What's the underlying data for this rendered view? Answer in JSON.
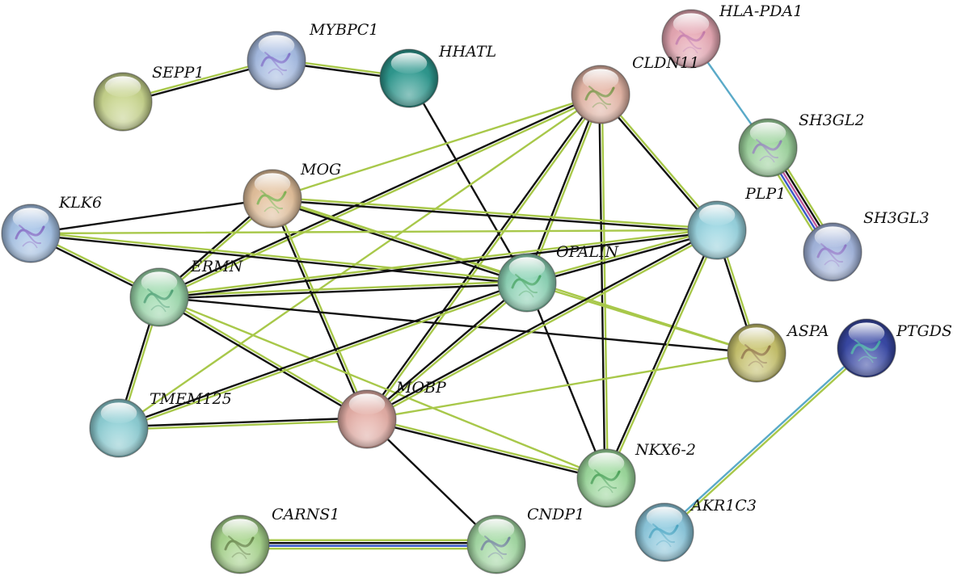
{
  "network": {
    "nodes": [
      {
        "id": "SEPP1",
        "label": "SEPP1",
        "color": "#c9d68e",
        "structure": false
      },
      {
        "id": "MYBPC1",
        "label": "MYBPC1",
        "color": "#a9bfe6",
        "structure": true,
        "glyph": "#7a68c8"
      },
      {
        "id": "HHATL",
        "label": "HHATL",
        "color": "#2f9a90",
        "structure": false
      },
      {
        "id": "HLA-PDA1",
        "label": "HLA-PDA1",
        "color": "#e8a9b5",
        "structure": true,
        "glyph": "#c070a8"
      },
      {
        "id": "CLDN11",
        "label": "CLDN11",
        "color": "#e7b8a8",
        "structure": true,
        "glyph": "#6f8f3a"
      },
      {
        "id": "SH3GL2",
        "label": "SH3GL2",
        "color": "#9fd69f",
        "structure": true,
        "glyph": "#8c7ab8"
      },
      {
        "id": "PLP1",
        "label": "PLP1",
        "color": "#9ad6e2",
        "structure": false
      },
      {
        "id": "SH3GL3",
        "label": "SH3GL3",
        "color": "#a6b8e0",
        "structure": true,
        "glyph": "#8a6fc4"
      },
      {
        "id": "MOG",
        "label": "MOG",
        "color": "#e6c39e",
        "structure": true,
        "glyph": "#6fae42"
      },
      {
        "id": "KLK6",
        "label": "KLK6",
        "color": "#a7c4e8",
        "structure": true,
        "glyph": "#7a5cc0"
      },
      {
        "id": "ERMN",
        "label": "ERMN",
        "color": "#9fdcaf",
        "structure": true,
        "glyph": "#3f9a6a"
      },
      {
        "id": "OPALIN",
        "label": "OPALIN",
        "color": "#8fd6b8",
        "structure": true,
        "glyph": "#3aa05a"
      },
      {
        "id": "ASPA",
        "label": "ASPA",
        "color": "#c9c46e",
        "structure": true,
        "glyph": "#8a6a3a"
      },
      {
        "id": "PTGDS",
        "label": "PTGDS",
        "color": "#3a4aa8",
        "structure": true,
        "glyph": "#3fb0a0"
      },
      {
        "id": "TMEM125",
        "label": "TMEM125",
        "color": "#8fd0d6",
        "structure": false
      },
      {
        "id": "MOBP",
        "label": "MOBP",
        "color": "#e6b0a8",
        "structure": false
      },
      {
        "id": "NKX6-2",
        "label": "NKX6-2",
        "color": "#9fdc9f",
        "structure": true,
        "glyph": "#3a9a4a"
      },
      {
        "id": "CARNS1",
        "label": "CARNS1",
        "color": "#a9d68e",
        "structure": true,
        "glyph": "#5a7a3a"
      },
      {
        "id": "CNDP1",
        "label": "CNDP1",
        "color": "#a6dca6",
        "structure": true,
        "glyph": "#6a7a9a"
      },
      {
        "id": "AKR1C3",
        "label": "AKR1C3",
        "color": "#8fcbe0",
        "structure": true,
        "glyph": "#3fa0c0"
      }
    ],
    "edges": [
      {
        "source": "SEPP1",
        "target": "MYBPC1",
        "colors": [
          "#a8c84a",
          "#111111"
        ]
      },
      {
        "source": "MYBPC1",
        "target": "HHATL",
        "colors": [
          "#a8c84a",
          "#111111"
        ]
      },
      {
        "source": "HHATL",
        "target": "OPALIN",
        "colors": [
          "#111111"
        ]
      },
      {
        "source": "HLA-PDA1",
        "target": "SH3GL2",
        "colors": [
          "#5aaac8"
        ]
      },
      {
        "source": "SH3GL2",
        "target": "SH3GL3",
        "colors": [
          "#a8c84a",
          "#111111",
          "#c05a9a",
          "#3a5ac8",
          "#a8c84a"
        ]
      },
      {
        "source": "PTGDS",
        "target": "AKR1C3",
        "colors": [
          "#a8c84a",
          "#5aaac8"
        ]
      },
      {
        "source": "CARNS1",
        "target": "CNDP1",
        "colors": [
          "#a8c84a",
          "#111111",
          "#3a5ac8",
          "#a8c84a"
        ]
      },
      {
        "source": "CLDN11",
        "target": "ERMN",
        "colors": [
          "#a8c84a",
          "#111111"
        ]
      },
      {
        "source": "CLDN11",
        "target": "MOG",
        "colors": [
          "#a8c84a"
        ]
      },
      {
        "source": "CLDN11",
        "target": "OPALIN",
        "colors": [
          "#a8c84a",
          "#111111"
        ]
      },
      {
        "source": "CLDN11",
        "target": "MOBP",
        "colors": [
          "#a8c84a",
          "#111111"
        ]
      },
      {
        "source": "CLDN11",
        "target": "PLP1",
        "colors": [
          "#a8c84a",
          "#111111"
        ]
      },
      {
        "source": "CLDN11",
        "target": "NKX6-2",
        "colors": [
          "#a8c84a",
          "#111111"
        ]
      },
      {
        "source": "CLDN11",
        "target": "TMEM125",
        "colors": [
          "#a8c84a"
        ]
      },
      {
        "source": "MOG",
        "target": "KLK6",
        "colors": [
          "#111111"
        ]
      },
      {
        "source": "MOG",
        "target": "ERMN",
        "colors": [
          "#a8c84a",
          "#111111"
        ]
      },
      {
        "source": "MOG",
        "target": "OPALIN",
        "colors": [
          "#a8c84a",
          "#111111"
        ]
      },
      {
        "source": "MOG",
        "target": "PLP1",
        "colors": [
          "#a8c84a",
          "#111111"
        ]
      },
      {
        "source": "MOG",
        "target": "MOBP",
        "colors": [
          "#a8c84a",
          "#111111"
        ]
      },
      {
        "source": "MOG",
        "target": "ASPA",
        "colors": [
          "#a8c84a"
        ]
      },
      {
        "source": "KLK6",
        "target": "ERMN",
        "colors": [
          "#a8c84a",
          "#111111"
        ]
      },
      {
        "source": "KLK6",
        "target": "OPALIN",
        "colors": [
          "#a8c84a",
          "#111111"
        ]
      },
      {
        "source": "KLK6",
        "target": "PLP1",
        "colors": [
          "#a8c84a"
        ]
      },
      {
        "source": "ERMN",
        "target": "OPALIN",
        "colors": [
          "#a8c84a",
          "#111111"
        ]
      },
      {
        "source": "ERMN",
        "target": "PLP1",
        "colors": [
          "#a8c84a",
          "#111111"
        ]
      },
      {
        "source": "ERMN",
        "target": "TMEM125",
        "colors": [
          "#a8c84a",
          "#111111"
        ]
      },
      {
        "source": "ERMN",
        "target": "MOBP",
        "colors": [
          "#a8c84a",
          "#111111"
        ]
      },
      {
        "source": "ERMN",
        "target": "ASPA",
        "colors": [
          "#111111"
        ]
      },
      {
        "source": "ERMN",
        "target": "NKX6-2",
        "colors": [
          "#a8c84a"
        ]
      },
      {
        "source": "OPALIN",
        "target": "PLP1",
        "colors": [
          "#a8c84a",
          "#111111"
        ]
      },
      {
        "source": "OPALIN",
        "target": "MOBP",
        "colors": [
          "#a8c84a",
          "#111111"
        ]
      },
      {
        "source": "OPALIN",
        "target": "TMEM125",
        "colors": [
          "#a8c84a",
          "#111111"
        ]
      },
      {
        "source": "OPALIN",
        "target": "NKX6-2",
        "colors": [
          "#111111"
        ]
      },
      {
        "source": "OPALIN",
        "target": "ASPA",
        "colors": [
          "#a8c84a"
        ]
      },
      {
        "source": "PLP1",
        "target": "ASPA",
        "colors": [
          "#a8c84a",
          "#111111"
        ]
      },
      {
        "source": "PLP1",
        "target": "MOBP",
        "colors": [
          "#a8c84a",
          "#111111"
        ]
      },
      {
        "source": "PLP1",
        "target": "NKX6-2",
        "colors": [
          "#a8c84a",
          "#111111"
        ]
      },
      {
        "source": "MOBP",
        "target": "TMEM125",
        "colors": [
          "#a8c84a",
          "#111111"
        ]
      },
      {
        "source": "MOBP",
        "target": "ASPA",
        "colors": [
          "#a8c84a"
        ]
      },
      {
        "source": "MOBP",
        "target": "NKX6-2",
        "colors": [
          "#a8c84a",
          "#111111"
        ]
      },
      {
        "source": "MOBP",
        "target": "CNDP1",
        "colors": [
          "#111111"
        ]
      }
    ]
  }
}
